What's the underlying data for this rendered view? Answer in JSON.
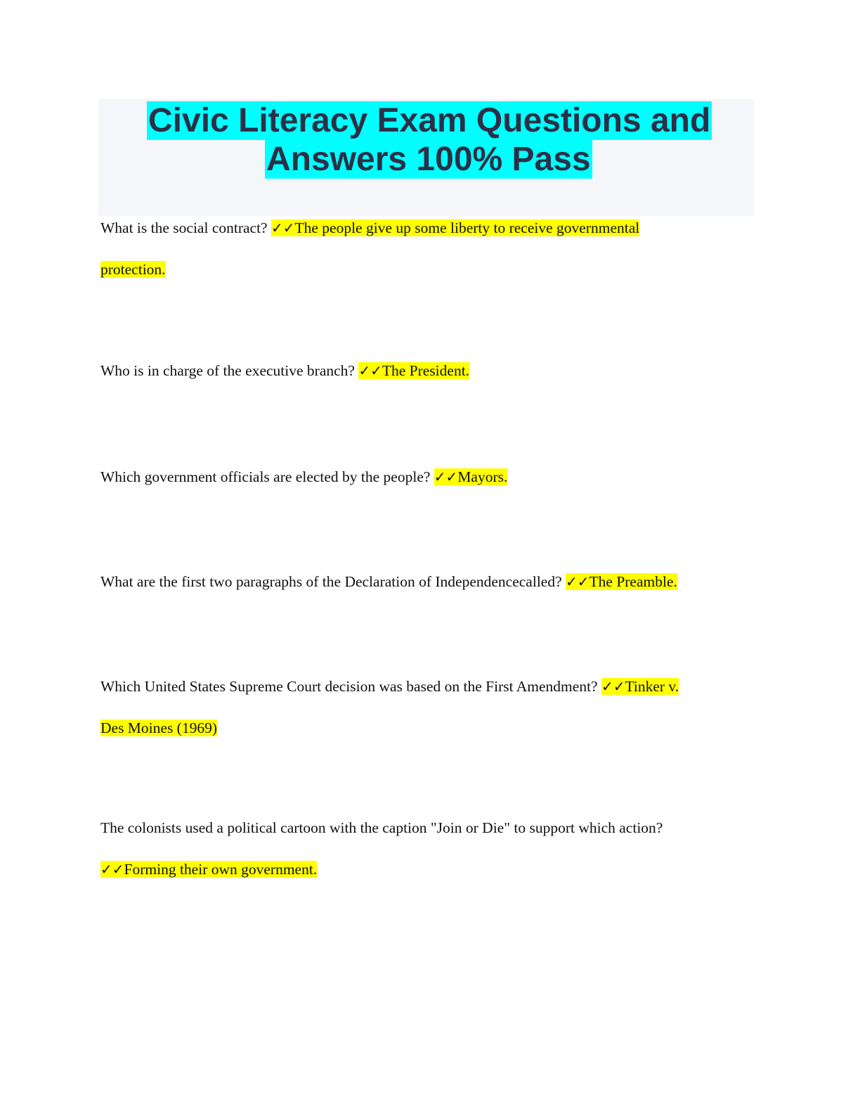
{
  "title": {
    "line1": "Civic Literacy Exam Questions and",
    "line2": "Answers 100% Pass"
  },
  "check_mark": "✓✓",
  "qa": [
    {
      "question": "What is the social contract?",
      "answer_part1": "The people give up some liberty to receive governmental",
      "answer_part2": "protection."
    },
    {
      "question": "Who is in charge of the executive branch?",
      "answer": "The President."
    },
    {
      "question": "Which government officials are elected by the people?",
      "answer": "Mayors."
    },
    {
      "question": "What are the first two paragraphs of the Declaration of Independencecalled?",
      "answer": "The Preamble."
    },
    {
      "question": "Which United States Supreme Court decision was based on the First Amendment?",
      "answer_part1": "Tinker v.",
      "answer_part2": "Des Moines (1969)"
    },
    {
      "question": "The colonists used a political cartoon with the caption \"Join or Die\" to support which action?",
      "answer": "Forming their own government."
    }
  ],
  "colors": {
    "title_highlight": "#00ffff",
    "title_text": "#2b3047",
    "title_block_bg": "#f5f6fa",
    "answer_highlight": "#ffff00"
  }
}
